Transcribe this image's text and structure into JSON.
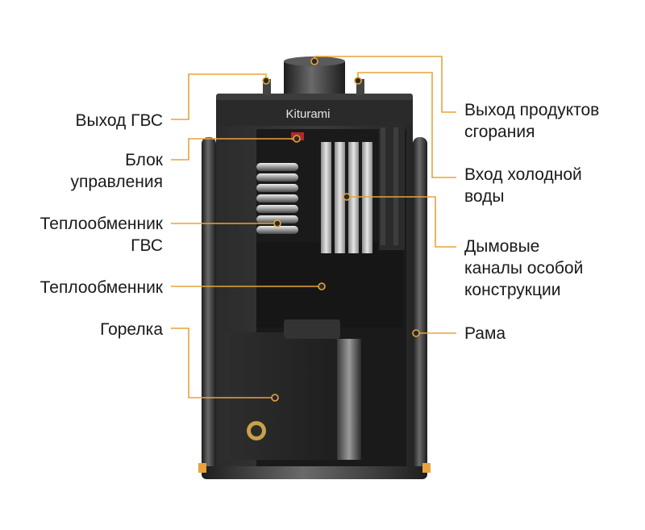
{
  "brand": "Kiturami",
  "accent_color": "#e8a33c",
  "labels": {
    "dhw_outlet": "Выход ГВС",
    "control_block": [
      "Блок",
      "управления"
    ],
    "dhw_exchanger": [
      "Теплообменник",
      "ГВС"
    ],
    "heat_exchanger": "Теплообменник",
    "burner": "Горелка",
    "flue_outlet": [
      "Выход продуктов",
      "сгорания"
    ],
    "cold_inlet": [
      "Вход холодной",
      "воды"
    ],
    "flue_channels": [
      "Дымовые",
      "каналы особой",
      "конструкции"
    ],
    "frame": "Рама"
  }
}
